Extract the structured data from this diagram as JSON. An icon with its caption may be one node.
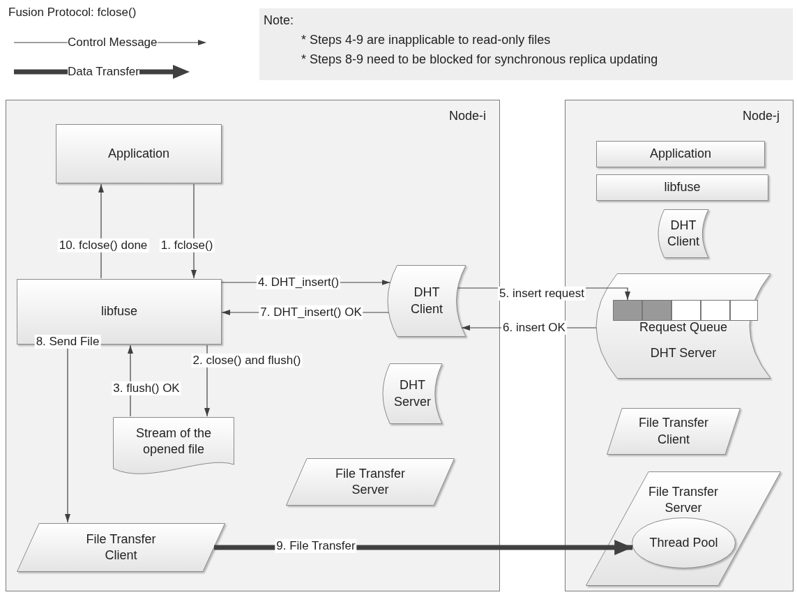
{
  "diagram": {
    "title": "Fusion Protocol: fclose()",
    "nodes": [
      {
        "text": [
          "Note:",
          "* Steps 4-9 are inapplicable to read-only files",
          "* Steps 8-9 need to be blocked for synchronous replica updating"
        ]
      },
      {
        "text": [
          "Node-i"
        ]
      },
      {
        "text": [
          "Application"
        ],
        "in": 1
      },
      {
        "text": [
          "libfuse"
        ],
        "in": 1
      },
      {
        "text": [
          "DHT Client"
        ],
        "in": 1
      },
      {
        "text": [
          "Stream of the opened file"
        ],
        "in": 1
      },
      {
        "text": [
          "DHT Server"
        ],
        "in": 1
      },
      {
        "text": [
          "File Transfer Server"
        ],
        "in": 1
      },
      {
        "text": [
          "File Transfer Client"
        ],
        "in": 1
      },
      {
        "text": [
          "Node-j"
        ]
      },
      {
        "text": [
          "Application"
        ],
        "in": 9
      },
      {
        "text": [
          "libfuse"
        ],
        "in": 9
      },
      {
        "text": [
          "DHT Client"
        ],
        "in": 9
      },
      {
        "text": [
          "Request Queue",
          "DHT Server"
        ],
        "in": 9
      },
      {
        "text": [],
        "shape": "box",
        "in": 13
      },
      {
        "text": [],
        "shape": "box",
        "in": 13
      },
      {
        "text": [],
        "shape": "box",
        "in": 13
      },
      {
        "text": [],
        "shape": "box",
        "in": 13
      },
      {
        "text": [],
        "shape": "box",
        "in": 13
      },
      {
        "text": [
          "File Transfer Client"
        ],
        "in": 9
      },
      {
        "text": [
          "File Transfer Server"
        ],
        "in": 9
      },
      {
        "text": [
          "Thread Pool"
        ],
        "in": 20
      }
    ],
    "edges": [
      {
        "from": 2,
        "to": 3,
        "arrow": "to",
        "label": "1. fclose()"
      },
      {
        "from": 3,
        "to": 5,
        "arrow": "to",
        "label": "2. close() and flush()"
      },
      {
        "from": 5,
        "to": 3,
        "arrow": "to",
        "label": "3. flush() OK"
      },
      {
        "from": 3,
        "to": 4,
        "arrow": "to",
        "label": "4. DHT_insert()"
      },
      {
        "from": 4,
        "to": 14,
        "arrow": "to",
        "label": "5. insert request"
      },
      {
        "from": 13,
        "to": 4,
        "arrow": "to",
        "label": "6. insert OK"
      },
      {
        "from": 4,
        "to": 3,
        "arrow": "to",
        "label": "7. DHT_insert() OK"
      },
      {
        "from": 3,
        "to": 8,
        "arrow": "to",
        "label": "8. Send File"
      },
      {
        "from": 8,
        "to": 21,
        "arrow": "to",
        "label": "9. File Transfer",
        "style": "thick"
      },
      {
        "from": 3,
        "to": 2,
        "arrow": "to",
        "label": "10. fclose() done"
      }
    ],
    "legend": [
      {
        "text": "Control Message"
      },
      {
        "text": "Data Transfer"
      }
    ]
  }
}
